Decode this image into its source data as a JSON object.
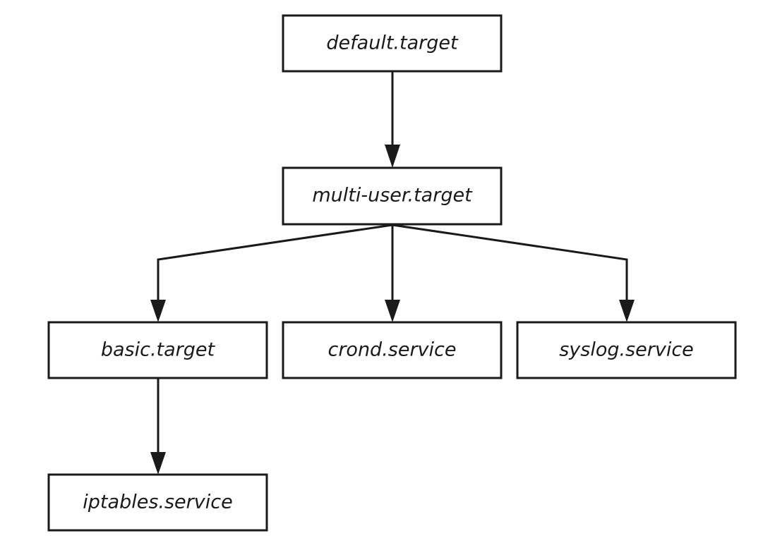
{
  "diagram": {
    "nodes": [
      {
        "id": "default-target",
        "label": "default.target"
      },
      {
        "id": "multi-user-target",
        "label": "multi-user.target"
      },
      {
        "id": "basic-target",
        "label": "basic.target"
      },
      {
        "id": "crond-service",
        "label": "crond.service"
      },
      {
        "id": "syslog-service",
        "label": "syslog.service"
      },
      {
        "id": "iptables-service",
        "label": "iptables.service"
      }
    ],
    "edges": [
      {
        "from": "default-target",
        "to": "multi-user-target"
      },
      {
        "from": "multi-user-target",
        "to": "basic-target"
      },
      {
        "from": "multi-user-target",
        "to": "crond-service"
      },
      {
        "from": "multi-user-target",
        "to": "syslog-service"
      },
      {
        "from": "basic-target",
        "to": "iptables-service"
      }
    ],
    "colors": {
      "stroke": "#1a1a1a",
      "fill": "#ffffff",
      "text": "#1a1a1a"
    }
  }
}
